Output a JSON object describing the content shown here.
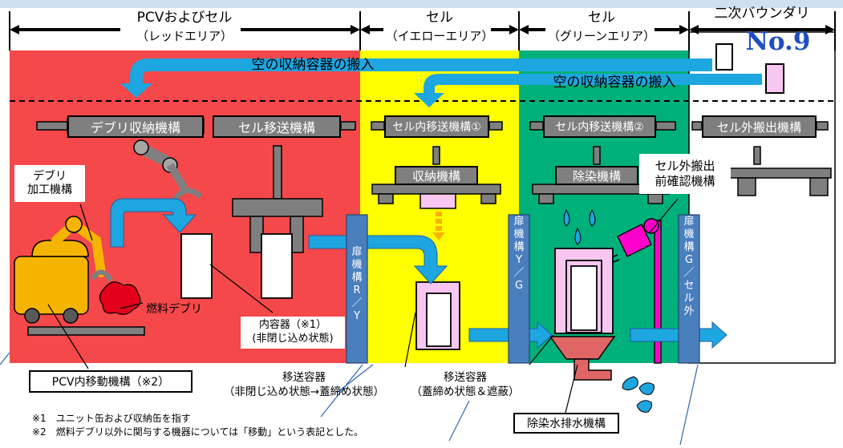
{
  "page_number": "No.9",
  "colors": {
    "red_area": "#f4484b",
    "yellow_area": "#ffff00",
    "green_area": "#00b07a",
    "white_area": "#ffffff",
    "arrow_blue": "#1ea6e0",
    "door_blue": "#4a7fbe",
    "page_number_blue": "#1f4fbf",
    "magenta": "#ff00cc",
    "pink_container": "#f8c6f0",
    "machine_gray": "#7f7f7f",
    "orange_arm": "#f5b400"
  },
  "zones": {
    "pcv": {
      "title": "PCVおよびセル",
      "subtitle": "（レッドエリア）"
    },
    "yellow": {
      "title": "セル",
      "subtitle": "（イエローエリア）"
    },
    "green": {
      "title": "セル",
      "subtitle": "（グリーンエリア）"
    },
    "secondary": {
      "title": "二次バウンダリ"
    }
  },
  "transport": {
    "empty_container_1": "空の収納容器の搬入",
    "empty_container_2": "空の収納容器の搬入"
  },
  "mechanisms": {
    "debris_storage": "デブリ収納機構",
    "cell_transfer": "セル移送機構",
    "incell_transfer_1": "セル内移送機構①",
    "incell_transfer_2": "セル内移送機構②",
    "outcell_carry": "セル外搬出機構",
    "storage": "収納機構",
    "decontamination": "除染機構"
  },
  "labels": {
    "debris_processing": "デブリ\n加工機構",
    "pre_check": "セル外搬出\n前確認機構",
    "fuel_debris": "燃料デブリ",
    "inner_container": "内容器（※1）\n(非閉じ込め状態)",
    "pcv_mover": "PCV内移動機構（※2）",
    "transfer_container_1": "移送容器\n（非閉じ込め状態→蓋締め状態）",
    "transfer_container_2": "移送容器\n（蓋締め状態＆遮蔽）",
    "drain": "除染水排水機構"
  },
  "doors": {
    "ry": "扉機構R／Y",
    "yg": "扉機構Y／G",
    "g_out": "扉機構G／セル外"
  },
  "notes": [
    "※1　ユニット缶および収納缶を指す",
    "※2　燃料デブリ以外に関与する機器については「移動」という表記とした。"
  ]
}
